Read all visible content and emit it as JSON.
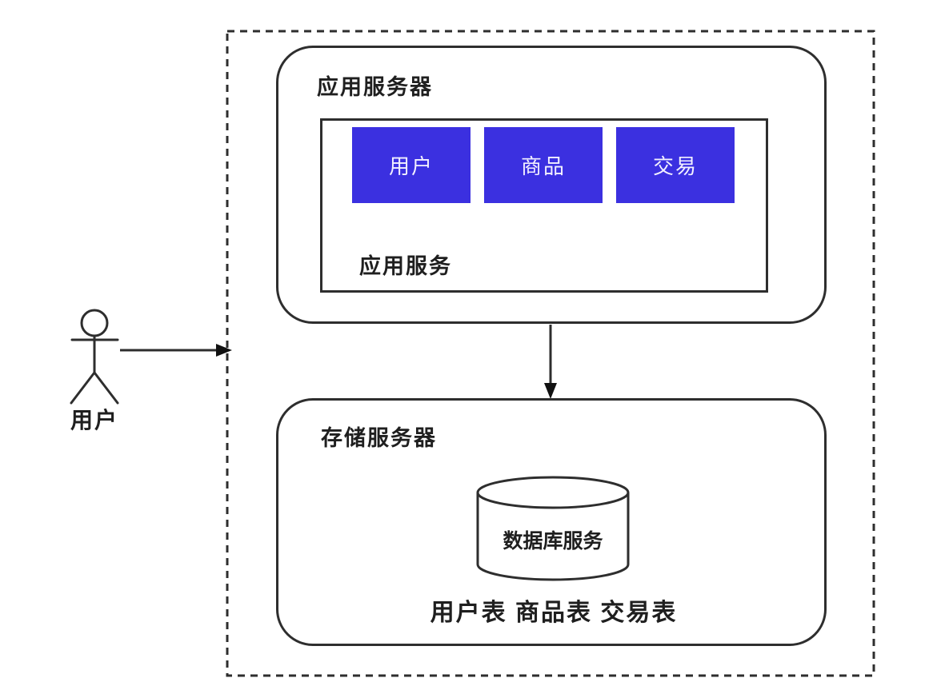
{
  "diagram": {
    "actor": {
      "label": "用户"
    },
    "app_server": {
      "title": "应用服务器",
      "inner_label": "应用服务",
      "services": [
        "用户",
        "商品",
        "交易"
      ]
    },
    "storage_server": {
      "title": "存储服务器",
      "database_label": "数据库服务",
      "tables_label": "用户表 商品表 交易表"
    },
    "colors": {
      "service_box": "#3b30e0",
      "line": "#2e2e2e"
    }
  }
}
